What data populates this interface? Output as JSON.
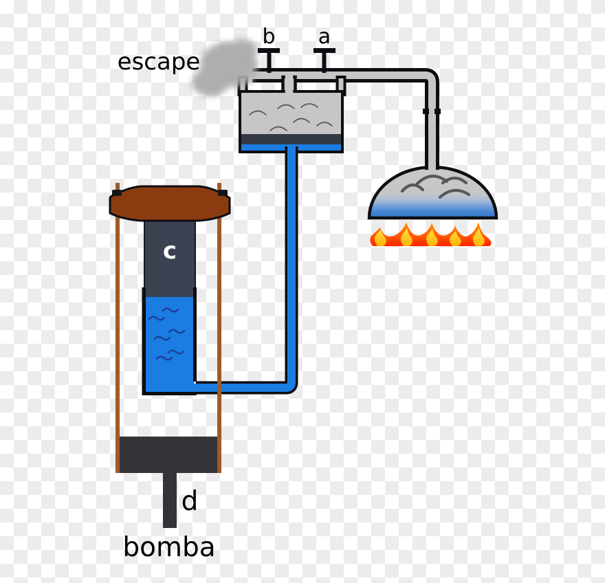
{
  "diagram": {
    "labels": {
      "escape": "escape",
      "valve_b": "b",
      "valve_a": "a",
      "piston": "c",
      "outlet": "d",
      "pump": "bomba"
    },
    "colors": {
      "pipe_gray": "#c6c6c6",
      "outline_black": "#0d0d12",
      "water_blue": "#1b7ce2",
      "dark_slate": "#333a45",
      "piston_slate": "#3a4150",
      "beam_brown": "#8a3c10",
      "rod_brown": "#9e5b2a",
      "base_dark": "#333338",
      "smoke_gray": "#a9a9a9",
      "wave_navy": "#1e3f9a",
      "steam_squiggle_gray": "#5c5c5c",
      "dome_squiggle_gray": "#55585c",
      "flame_red": "#ff2000",
      "flame_orange": "#ff9d00",
      "flame_yellow": "#ffd22e",
      "checker_light": "#ffffff",
      "checker_gray": "#ececec"
    }
  }
}
